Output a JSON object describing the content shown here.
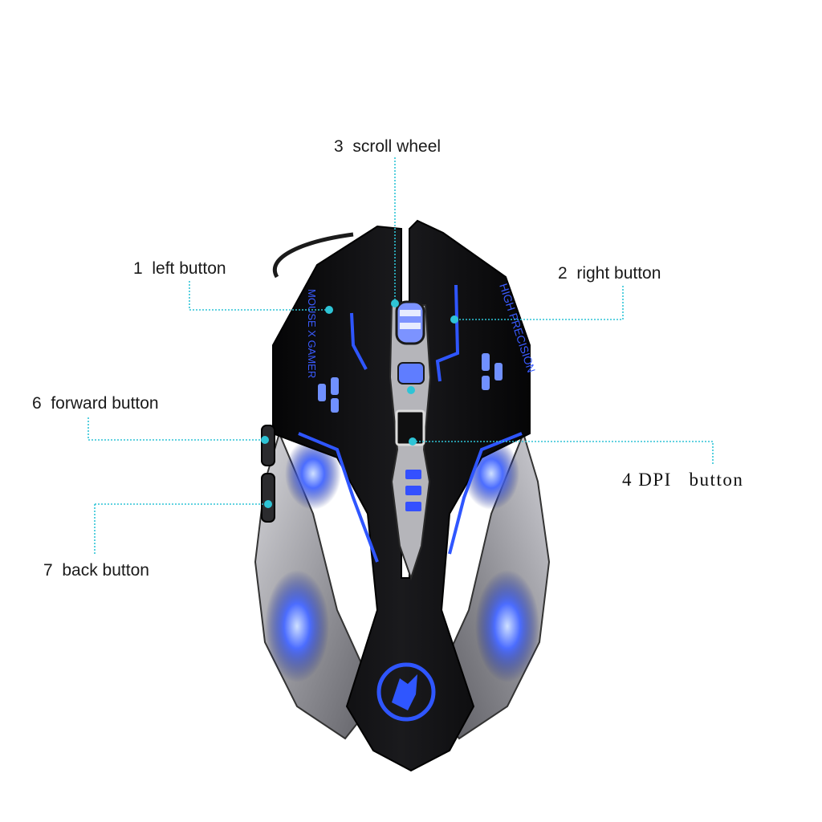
{
  "labels": {
    "scroll_wheel": "3  scroll wheel",
    "left_button": "1  left button",
    "right_button": "2  right button",
    "forward_button": "6  forward button",
    "dpi_button": "4 DPI   button",
    "back_button": "7  back button"
  },
  "mouse_markings": {
    "left_text": "MOUSE X GAMER",
    "right_text": "HIGH PRECISION"
  },
  "colors": {
    "leader_line": "#2ec4d6",
    "glow": "#2a4dff",
    "body": "#0b0b0d",
    "silver": "#a9a9ad"
  }
}
